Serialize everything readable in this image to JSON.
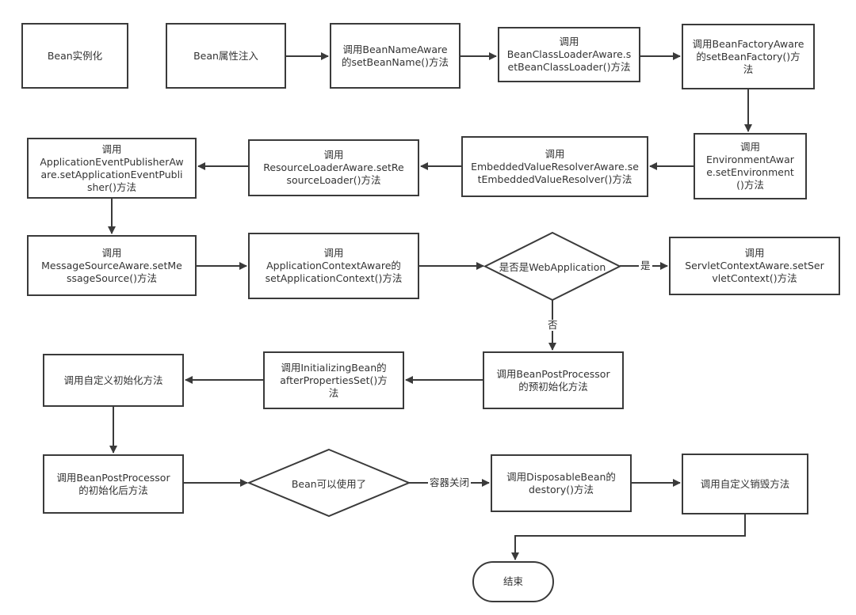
{
  "nodes": {
    "bean_instantiate": [
      "Bean实例化"
    ],
    "bean_property_inject": [
      "Bean属性注入"
    ],
    "bean_name_aware": [
      "调用BeanNameAware",
      "的setBeanName()方法"
    ],
    "bean_classloader_aware": [
      "调用",
      "BeanClassLoaderAware.s",
      "etBeanClassLoader()方法"
    ],
    "bean_factory_aware": [
      "调用BeanFactoryAware",
      "的setBeanFactory()方",
      "法"
    ],
    "environment_aware": [
      "调用",
      "EnvironmentAwar",
      "e.setEnvironment",
      "()方法"
    ],
    "embedded_value_resolver_aware": [
      "调用",
      "EmbeddedValueResolverAware.se",
      "tEmbeddedValueResolver()方法"
    ],
    "resource_loader_aware": [
      "调用",
      "ResourceLoaderAware.setRe",
      "sourceLoader()方法"
    ],
    "app_event_publisher_aware": [
      "调用",
      "ApplicationEventPublisherAw",
      "are.setApplicationEventPubli",
      "sher()方法"
    ],
    "message_source_aware": [
      "调用",
      "MessageSourceAware.setMe",
      "ssageSource()方法"
    ],
    "app_context_aware": [
      "调用",
      "ApplicationContextAware的",
      "setApplicationContext()方法"
    ],
    "is_web_application": [
      "是否是WebApplication"
    ],
    "servlet_context_aware": [
      "调用",
      "ServletContextAware.setSer",
      "vletContext()方法"
    ],
    "bpp_before_init": [
      "调用BeanPostProcessor",
      "的预初始化方法"
    ],
    "initializing_bean": [
      "调用InitializingBean的",
      "afterPropertiesSet()方",
      "法"
    ],
    "custom_init": [
      "调用自定义初始化方法"
    ],
    "bpp_after_init": [
      "调用BeanPostProcessor",
      "的初始化后方法"
    ],
    "bean_ready": [
      "Bean可以使用了"
    ],
    "disposable_bean": [
      "调用DisposableBean的",
      "destory()方法"
    ],
    "custom_destroy": [
      "调用自定义销毁方法"
    ],
    "end": [
      "结束"
    ]
  },
  "edge_labels": {
    "yes": "是",
    "no": "否",
    "container_close": "容器关闭"
  },
  "colors": {
    "stroke": "#3a3a3a",
    "text": "#333333",
    "background": "#ffffff"
  }
}
